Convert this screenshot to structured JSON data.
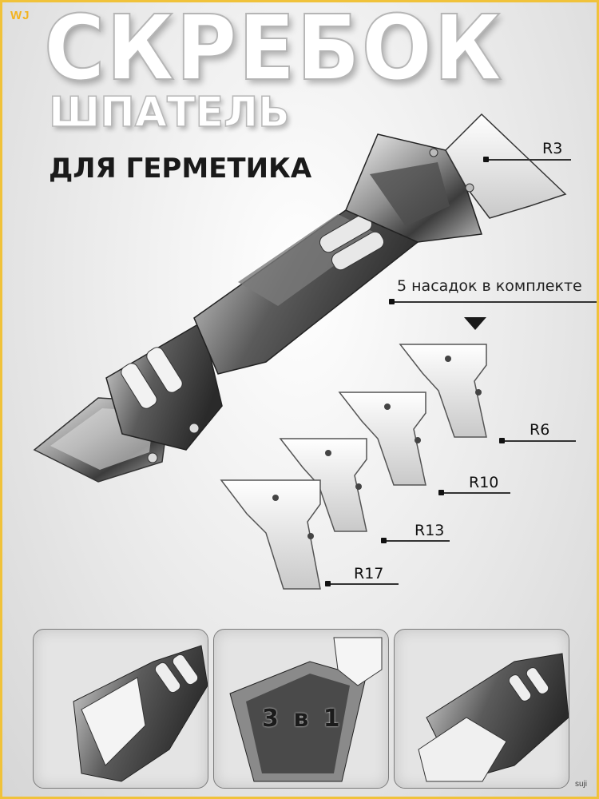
{
  "brand": "WJ",
  "title": {
    "main": "СКРЕБОК",
    "sub": "ШПАТЕЛЬ",
    "third": "ДЛЯ ГЕРМЕТИКА"
  },
  "kit_label": "5 насадок в комплекте",
  "nozzles": [
    {
      "label": "R3"
    },
    {
      "label": "R6"
    },
    {
      "label": "R10"
    },
    {
      "label": "R13"
    },
    {
      "label": "R17"
    }
  ],
  "thumbnails": {
    "middle_caption": "3 в 1"
  },
  "watermark": "suji",
  "colors": {
    "frame_border": "#f0c23a",
    "brand": "#f3b31e"
  }
}
